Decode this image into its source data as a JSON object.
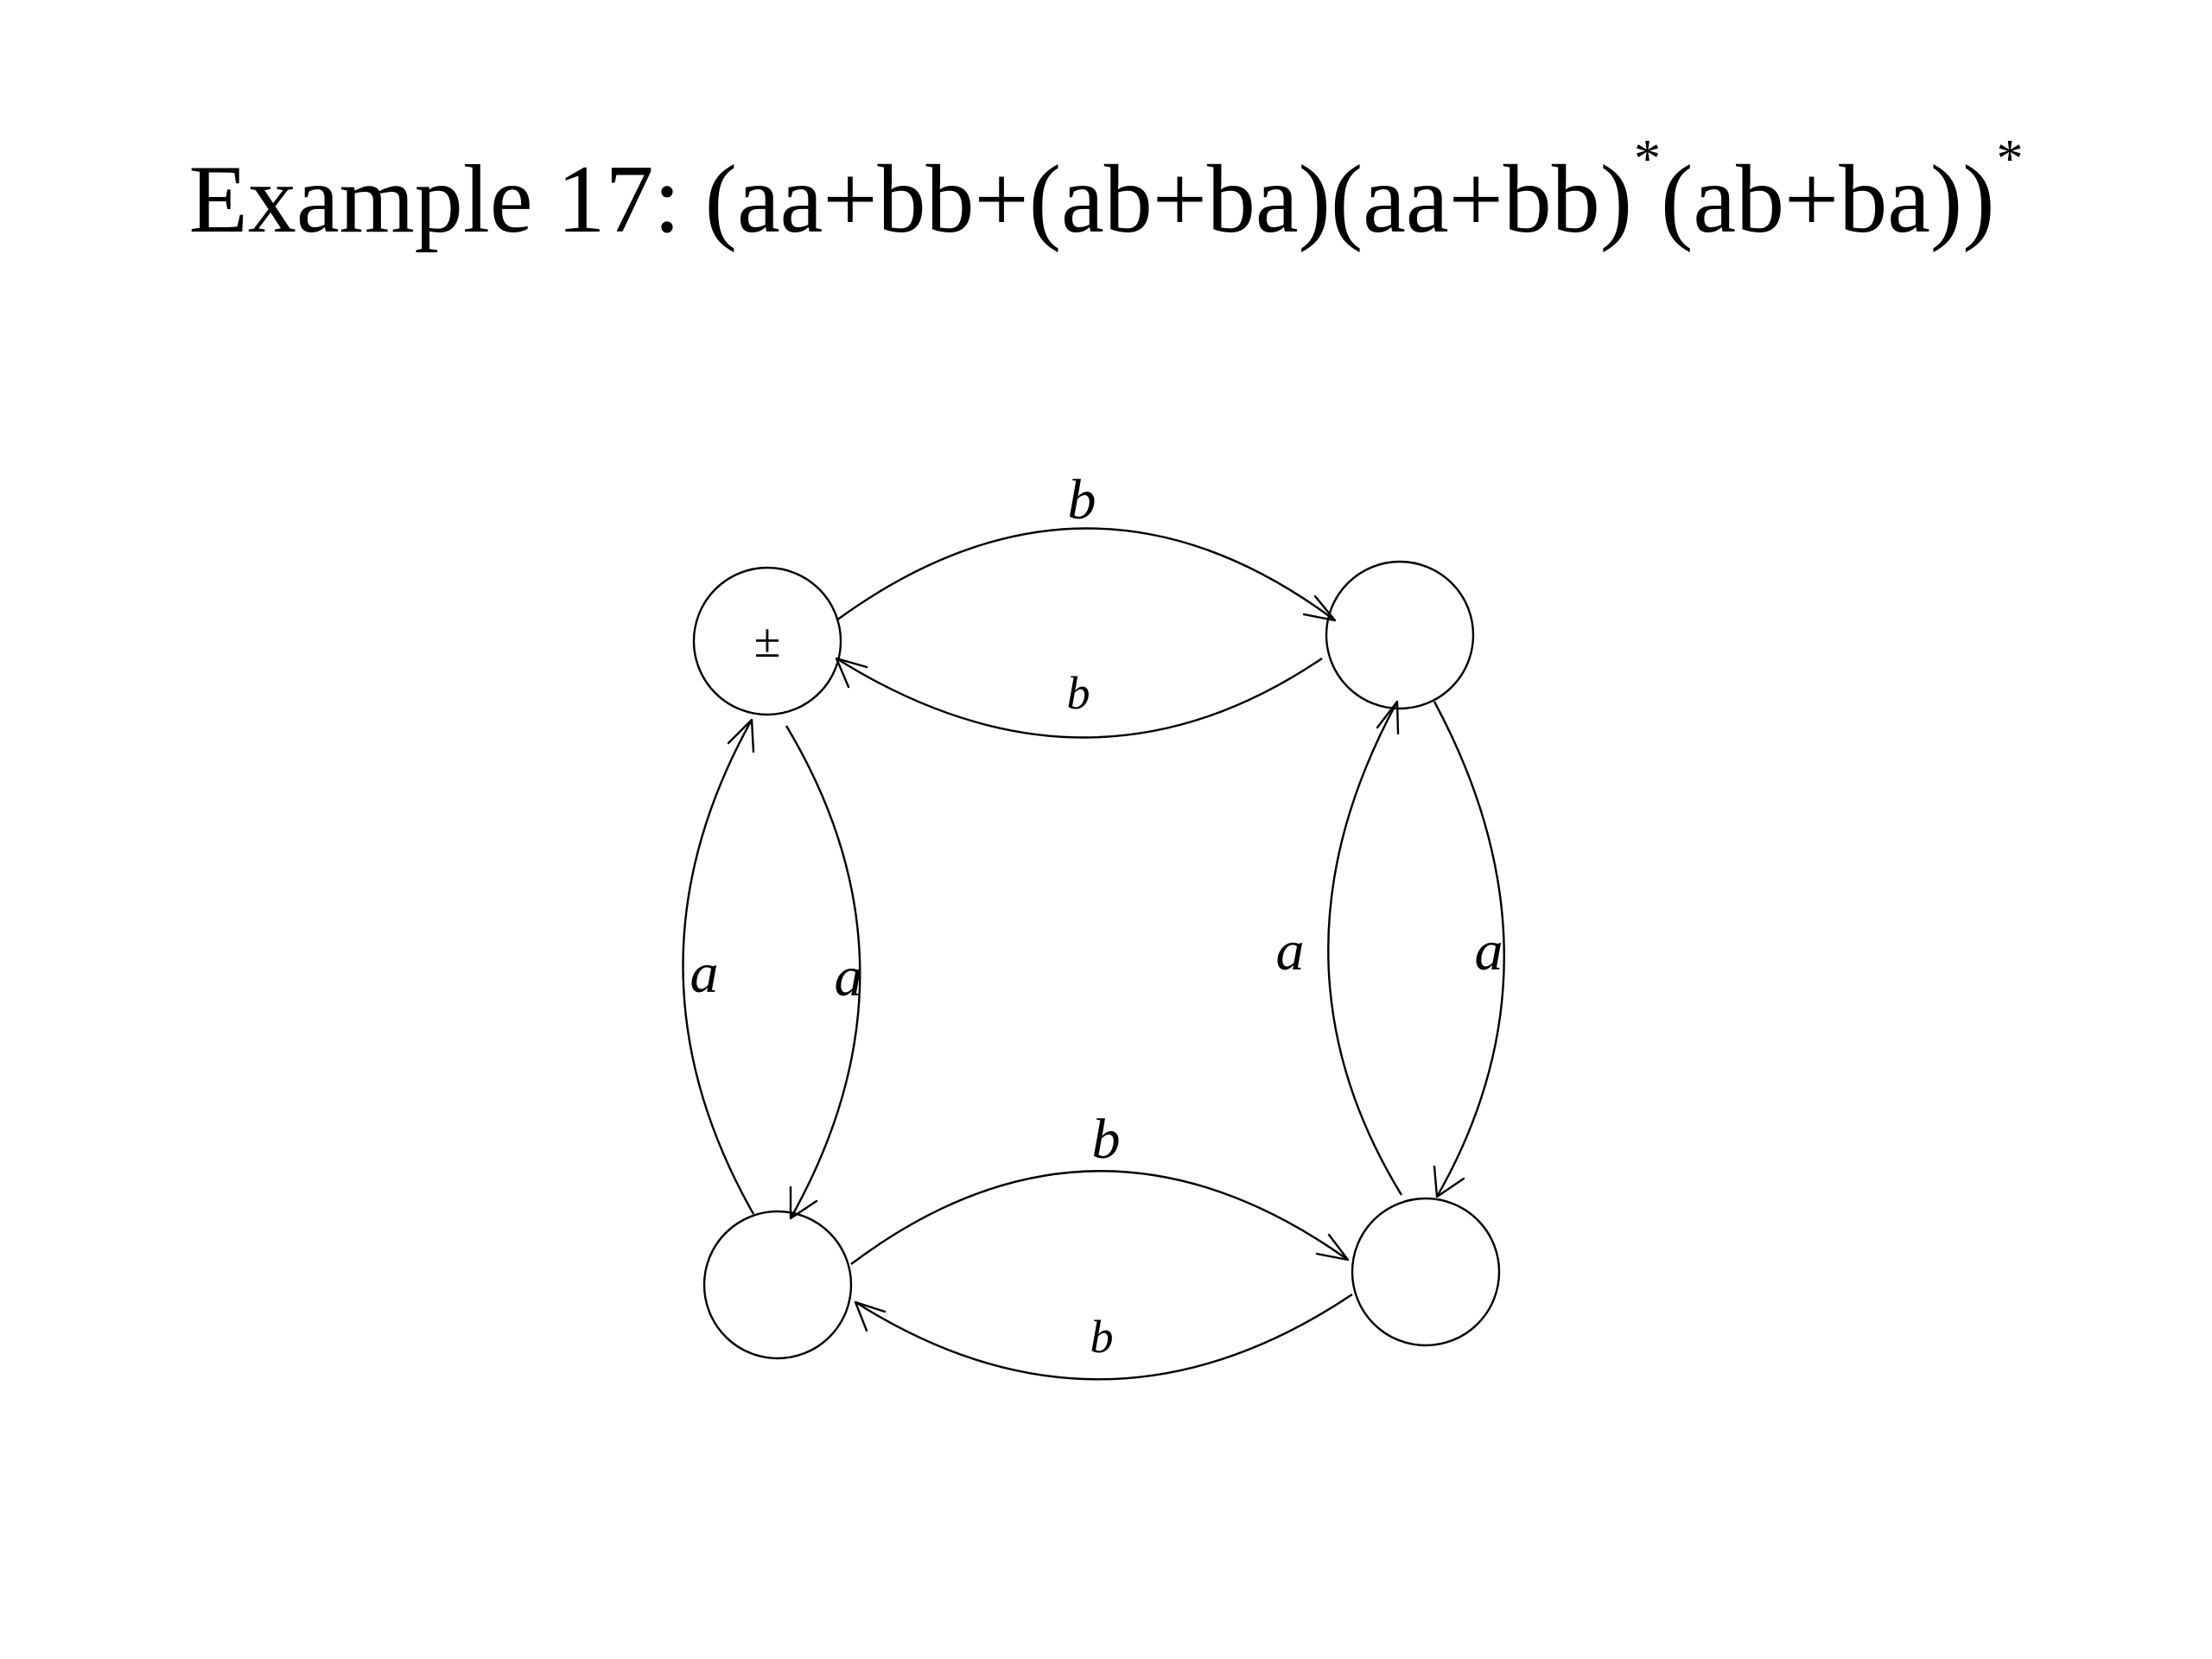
{
  "title": {
    "example_label": "Example 17:",
    "expression_part1": "(aa+bb+(ab+ba)(aa+bb)",
    "star1": "*",
    "expression_part2": "(ab+ba))",
    "star2": "*"
  },
  "diagram": {
    "states": [
      {
        "id": "top-left",
        "label": "±",
        "initial": true,
        "final": true
      },
      {
        "id": "top-right",
        "label": ""
      },
      {
        "id": "bottom-left",
        "label": ""
      },
      {
        "id": "bottom-right",
        "label": ""
      }
    ],
    "edges": [
      {
        "from": "top-left",
        "to": "top-right",
        "label": "b"
      },
      {
        "from": "top-right",
        "to": "top-left",
        "label": "b"
      },
      {
        "from": "bottom-left",
        "to": "bottom-right",
        "label": "b"
      },
      {
        "from": "bottom-right",
        "to": "bottom-left",
        "label": "b"
      },
      {
        "from": "top-left",
        "to": "bottom-left",
        "label": "a"
      },
      {
        "from": "bottom-left",
        "to": "top-left",
        "label": "a"
      },
      {
        "from": "top-right",
        "to": "bottom-right",
        "label": "a"
      },
      {
        "from": "bottom-right",
        "to": "top-right",
        "label": "a"
      }
    ]
  }
}
